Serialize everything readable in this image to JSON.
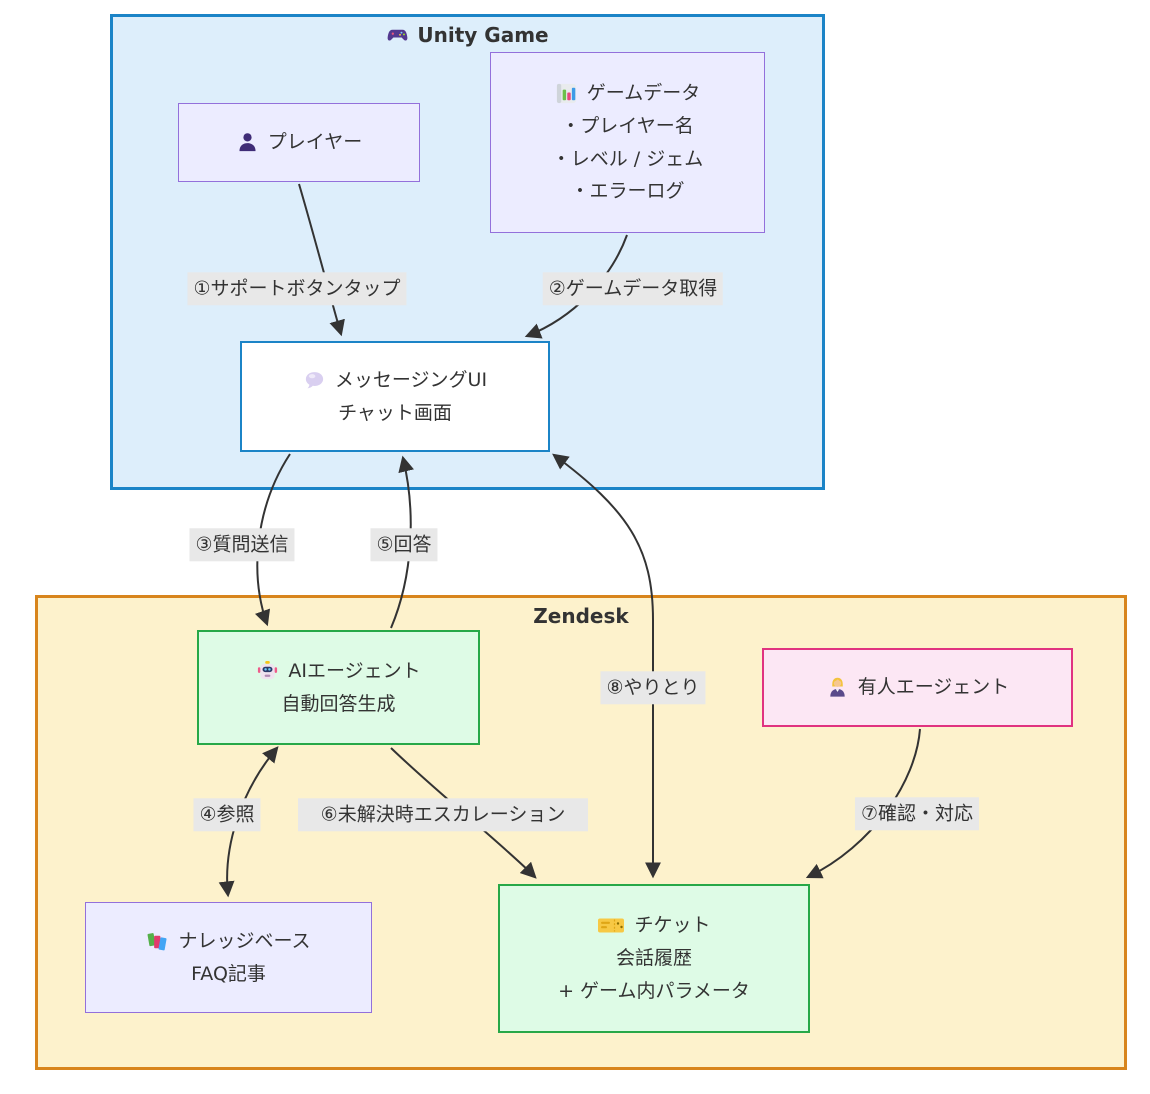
{
  "unity_container": {
    "title": "Unity Game",
    "icon": "gamepad-icon",
    "nodes": {
      "player": {
        "icon": "person-silhouette-icon",
        "label": "プレイヤー"
      },
      "game_data": {
        "icon": "bar-chart-icon",
        "title": "ゲームデータ",
        "items": [
          "・プレイヤー名",
          "・レベル / ジェム",
          "・エラーログ"
        ]
      },
      "messaging_ui": {
        "icon": "speech-bubble-icon",
        "line1": "メッセージングUI",
        "line2": "チャット画面"
      }
    }
  },
  "zendesk_container": {
    "title": "Zendesk",
    "nodes": {
      "ai_agent": {
        "icon": "robot-icon",
        "line1": "AIエージェント",
        "line2": "自動回答生成"
      },
      "human_agent": {
        "icon": "office-worker-icon",
        "label": "有人エージェント"
      },
      "knowledge_base": {
        "icon": "books-icon",
        "line1": "ナレッジベース",
        "line2": "FAQ記事"
      },
      "ticket": {
        "icon": "ticket-icon",
        "line1": "チケット",
        "line2": "会話履歴",
        "line3": "+ ゲーム内パラメータ"
      }
    }
  },
  "edge_labels": {
    "e1": "①サポートボタンタップ",
    "e2": "②ゲームデータ取得",
    "e3": "③質問送信",
    "e4": "④参照",
    "e5": "⑤回答",
    "e6": "⑥未解決時エスカレーション",
    "e7": "⑦確認・対応",
    "e8": "⑧やりとり"
  },
  "colors": {
    "unity_bg": "#ddeefb",
    "unity_border": "#1b84c7",
    "zendesk_bg": "#fdf2cc",
    "zendesk_border": "#d8851c",
    "node_default_bg": "#ececff",
    "node_default_border": "#9370db",
    "messaging_bg": "#ffffff",
    "messaging_border": "#1b84c7",
    "green_node_bg": "#defbe6",
    "green_node_border": "#27a848",
    "pink_node_bg": "#fce7f4",
    "pink_node_border": "#e03380",
    "edge_label_bg": "#e8e8e8",
    "edge_color": "#333333",
    "text_color": "#333333"
  }
}
